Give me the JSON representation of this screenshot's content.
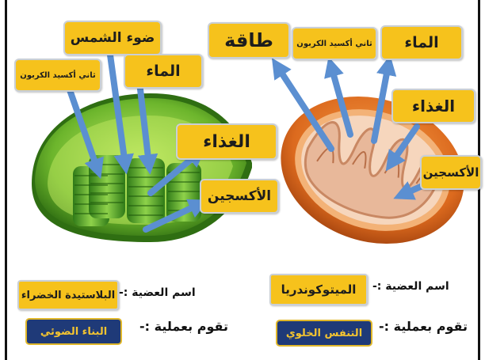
{
  "chloroplast": {
    "labels": {
      "carbon_dioxide": "ثاني أكسيد الكربون",
      "sunlight": "ضوء الشمس",
      "water": "الماء",
      "food": "الغذاء",
      "oxygen": "الأكسجين"
    },
    "organelle_caption": "اسم العضية :-",
    "organelle_name": "البلاستيدة الخضراء",
    "process_caption": "تقوم بعملية :-",
    "process_name": "البناء الضوئي"
  },
  "mitochondria": {
    "labels": {
      "energy": "طاقة",
      "carbon_dioxide": "ثاني أكسيد الكربون",
      "water": "الماء",
      "food": "الغذاء",
      "oxygen": "الأكسجين"
    },
    "organelle_caption": "اسم العضية :-",
    "organelle_name": "الميتوكوندريا",
    "process_caption": "تقوم بعملية :-",
    "process_name": "التنفس الخلوي"
  },
  "colors": {
    "label_fill": "#f6c21c",
    "arrow": "#5b8fd1",
    "chloroplast_green": "#4e9a1f",
    "mitochondria_orange": "#d8661d",
    "process_box": "#1f3a78"
  }
}
